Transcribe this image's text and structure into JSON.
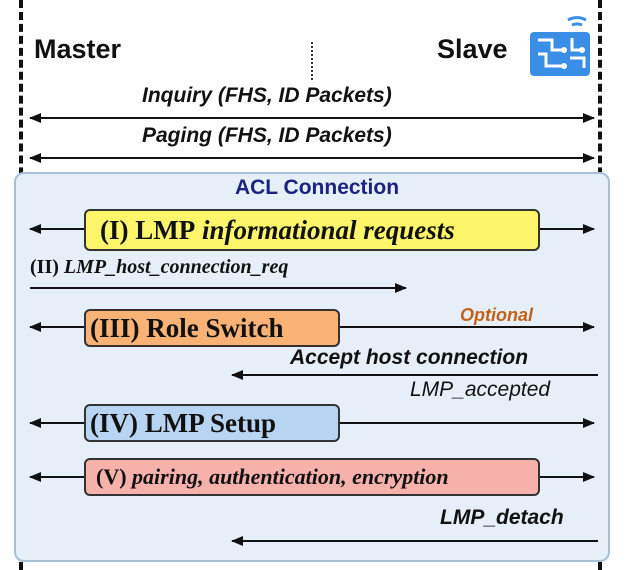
{
  "actors": {
    "master": "Master",
    "slave": "Slave"
  },
  "messages": {
    "inquiry": "Inquiry (FHS, ID Packets)",
    "paging": "Paging (FHS, ID Packets)",
    "step2_numeral": "(II)",
    "step2_label": "LMP_host_connection_req",
    "optional": "Optional",
    "accept_host": "Accept host connection",
    "lmp_accepted": "LMP_accepted",
    "lmp_detach": "LMP_detach"
  },
  "acl": {
    "title": "ACL Connection",
    "step1_numeral": "(I) LMP",
    "step1_label": "informational requests",
    "step3": "(III) Role Switch",
    "step4": "(IV) LMP Setup",
    "step5_numeral": "(V)",
    "step5_label": "pairing, authentication, encryption"
  },
  "colors": {
    "step1": "#fdf56a",
    "step3": "#f8b276",
    "step4": "#b7d5f3",
    "step5": "#f7b1ab",
    "acl_box": "#e6eff8",
    "optional_text": "#c0631a",
    "logo": "#3a8ee6"
  },
  "icons": {
    "slave_logo": "circuit-chip-wireless-icon"
  }
}
